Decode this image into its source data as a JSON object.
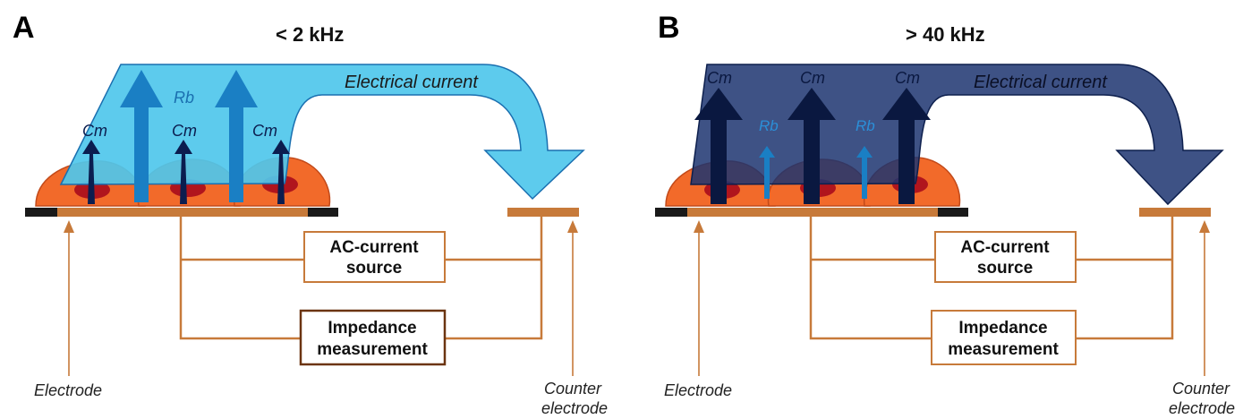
{
  "panel_a": {
    "letter": "A",
    "frequency": "< 2 kHz",
    "current_label": "Electrical current",
    "rb_label": "Rb",
    "cm_label": "Cm",
    "ac_source_line1": "AC-current",
    "ac_source_line2": "source",
    "impedance_line1": "Impedance",
    "impedance_line2": "measurement",
    "electrode_label": "Electrode",
    "counter_label_line1": "Counter",
    "counter_label_line2": "electrode"
  },
  "panel_b": {
    "letter": "B",
    "frequency": "> 40 kHz",
    "current_label": "Electrical current",
    "rb_label": "Rb",
    "cm_label": "Cm",
    "ac_source_line1": "AC-current",
    "ac_source_line2": "source",
    "impedance_line1": "Impedance",
    "impedance_line2": "measurement",
    "electrode_label": "Electrode",
    "counter_label_line1": "Counter",
    "counter_label_line2": "electrode"
  },
  "colors": {
    "current_low_freq": "#4fc7ec",
    "current_high_freq": "#1c3470",
    "cell": "#f26a2a",
    "nucleus": "#b0151d",
    "wire": "#c77a3a",
    "rb_arrow": "#1a7fc4",
    "cm_arrow": "#0b1d4f"
  }
}
